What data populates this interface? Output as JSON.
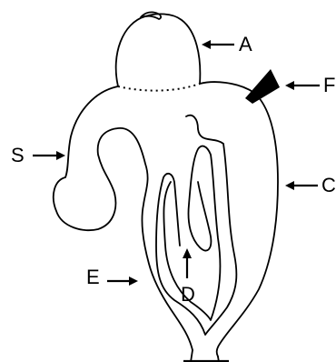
{
  "diagram": {
    "labels": {
      "a": "A",
      "f": "F",
      "s": "S",
      "c": "C",
      "e": "E",
      "d": "D"
    },
    "colors": {
      "stroke": "#000000",
      "background": "#ffffff"
    }
  }
}
